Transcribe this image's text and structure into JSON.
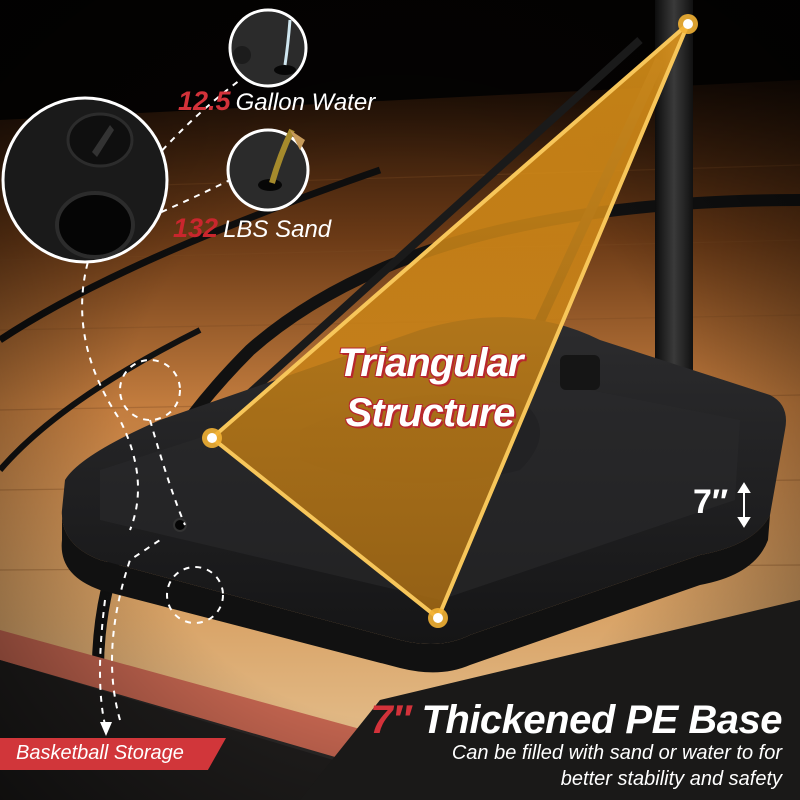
{
  "image": {
    "subject": "Basketball hoop base product infographic",
    "colors": {
      "accent_red": "#d3323a",
      "gold_highlight": "#f2b134",
      "base_black": "#1c1c1e",
      "floor_wood": "#c98a4a",
      "background_dark": "#0b0908"
    }
  },
  "callouts": {
    "water": {
      "number": "12.5",
      "label": "Gallon Water"
    },
    "sand": {
      "number": "132",
      "label": "LBS Sand"
    },
    "structure": {
      "line1": "Triangular",
      "line2": "Structure"
    },
    "height": {
      "value": "7″",
      "icon": "vertical-double-arrow-icon"
    },
    "storage": {
      "label": "Basketball Storage"
    }
  },
  "footer": {
    "headline_number": "7″",
    "headline_text": "Thickened PE Base",
    "sub_line1": "Can be filled with sand or water to for",
    "sub_line2": "better stability and safety"
  },
  "icons": {
    "cap-detail-circle": "fill caps closeup",
    "water-pour-circle": "water pouring into fill hole",
    "sand-pour-circle": "sand pouring into fill hole"
  }
}
